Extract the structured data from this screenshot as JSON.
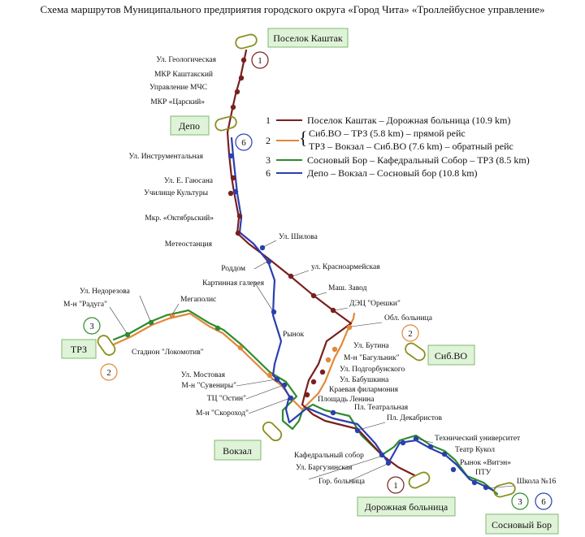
{
  "title": "Схема маршрутов Муниципального предприятия городского округа «Город Чита» «Троллейбусное управление»",
  "colors": {
    "route1": "#7a1f1f",
    "route2": "#e0883a",
    "route3": "#2e8b2e",
    "route6": "#2b3fb0",
    "terminal_box_fill": "#dff3d8",
    "terminal_box_border": "#7fb86f",
    "terminal_oval_border": "#8a8f1f"
  },
  "legend": {
    "items": [
      {
        "num": "1",
        "text": "Поселок Каштак – Дорожная больница (10.9 km)"
      },
      {
        "num": "2",
        "lines": [
          "Сиб.ВО – ТРЗ  (5.8 km) – прямой рейс",
          "ТРЗ – Вокзал – Сиб.ВО  (7.6 km) – обратный рейс"
        ]
      },
      {
        "num": "3",
        "text": "Сосновый Бор – Кафедральный Собор – ТРЗ  (8.5 km)"
      },
      {
        "num": "6",
        "text": "Депо – Вокзал – Сосновый бор (10.8 km)"
      }
    ]
  },
  "terminals": {
    "kashtak": "Поселок Каштак",
    "depo": "Депо",
    "trz": "ТРЗ",
    "sibvo": "Сиб.ВО",
    "vokzal": "Вокзал",
    "dorozhnaya": "Дорожная больница",
    "sosnovy": "Сосновый Бор"
  },
  "route_markers": {
    "m1a": "1",
    "m6": "6",
    "m2a": "2",
    "m3": "3",
    "m2b": "2",
    "m1b": "1",
    "m3b": "3",
    "m6b": "6"
  },
  "stops": {
    "geologicheskaya": "Ул. Геологическая",
    "mkr_kashtaksky": "МКР Каштакский",
    "uprav_mchs": "Управление МЧС",
    "mkr_tsarsky": "МКР «Царский»",
    "instrumentalnaya": "Ул. Инструментальная",
    "gausana": "Ул. Е. Гаюсана",
    "uchilishche": "Училище Культуры",
    "oktyabrsky": "Мкр. «Октябрьский»",
    "meteostantsiya": "Метеостанция",
    "shilova": "Ул. Шилова",
    "roddom": "Роддом",
    "krasnoarmeyskaya": "ул. Красноармейская",
    "kartinnaya": "Картинная галерея",
    "mash_zavod": "Маш. Завод",
    "dets_oreshki": "ДЭЦ \"Орешки\"",
    "obl_bolnitsa": "Обл. больница",
    "rynok": "Рынок",
    "butina": "Ул. Бутина",
    "bagulnik": "М-н \"Багульник\"",
    "podgorbunskogo": "Ул. Подгорбунского",
    "babushkina": "Ул. Бабушкина",
    "filarmoniya": "Краевая филармония",
    "pl_lenina": "Площадь Ленина",
    "pl_teatralnaya": "Пл. Театральная",
    "pl_dekabristov": "Пл. Декабристов",
    "nedorezova": "Ул. Недорезова",
    "raduga": "М-н \"Радуга\"",
    "megapolis": "Мегаполис",
    "lokomotiv": "Стадион \"Локомотив\"",
    "mostovaya": "Ул. Мостовая",
    "suveniry": "М-н \"Сувениры\"",
    "ostin": "ТЦ \"Остин\"",
    "skorokhod": "М-н \"Скороход\"",
    "kafedralny": "Кафедральный собор",
    "barguzinskaya": "Ул. Баргузинская",
    "gor_bolnitsa": "Гор. больница",
    "tekh_universitet": "Технический университет",
    "teatr_kukol": "Театр Кукол",
    "rynok_vityaz": "Рынок «Витэн»",
    "ptu": "ПТУ",
    "shkola16": "Школа №16"
  }
}
